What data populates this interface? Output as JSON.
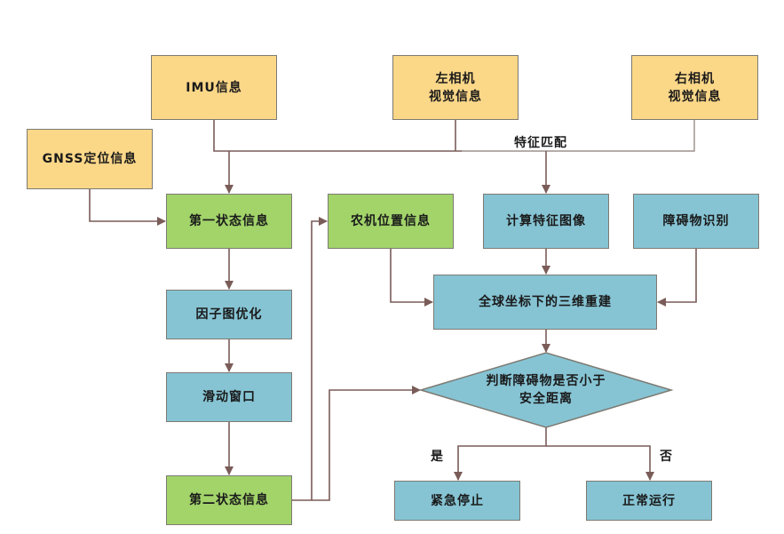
{
  "diagram": {
    "colors": {
      "input": "#fbd788",
      "state": "#a2d46a",
      "process": "#86c4d4",
      "connector": "#7a5c58",
      "border": "#7d7a72"
    },
    "nodes": {
      "imu": "IMU信息",
      "gnss": "GNSS定位信息",
      "left_camera": [
        "左相机",
        "视觉信息"
      ],
      "right_camera": [
        "右相机",
        "视觉信息"
      ],
      "first_state": "第一状态信息",
      "agri_position": "农机位置信息",
      "feature_image": "计算特征图像",
      "obstacle_recognition": "障碍物识别",
      "factor_graph": "因子图优化",
      "reconstruction": "全球坐标下的三维重建",
      "sliding_window": "滑动窗口",
      "decision": [
        "判断障碍物是否小于",
        "安全距离"
      ],
      "second_state": "第二状态信息",
      "emergency_stop": "紧急停止",
      "normal_run": "正常运行"
    },
    "edge_labels": {
      "feature_match": "特征匹配",
      "yes": "是",
      "no": "否"
    }
  }
}
